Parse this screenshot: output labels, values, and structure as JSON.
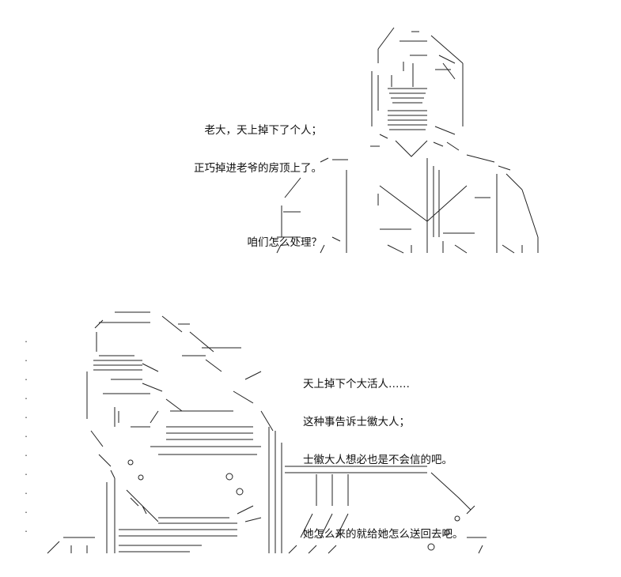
{
  "panels": [
    {
      "id": "top",
      "lines": [
        "老大，天上掉下了个人；",
        "正巧掉进老爷的房顶上了。",
        "",
        "咱们怎么处理？"
      ]
    },
    {
      "id": "bottom",
      "lines": [
        "天上掉下个大活人……",
        "这种事告诉士徽大人；",
        "士徽大人想必也是不会信的吧。",
        "",
        "她怎么来的就给她怎么送回去吧。"
      ]
    }
  ],
  "colors": {
    "ink": "#111111",
    "background": "#ffffff"
  }
}
